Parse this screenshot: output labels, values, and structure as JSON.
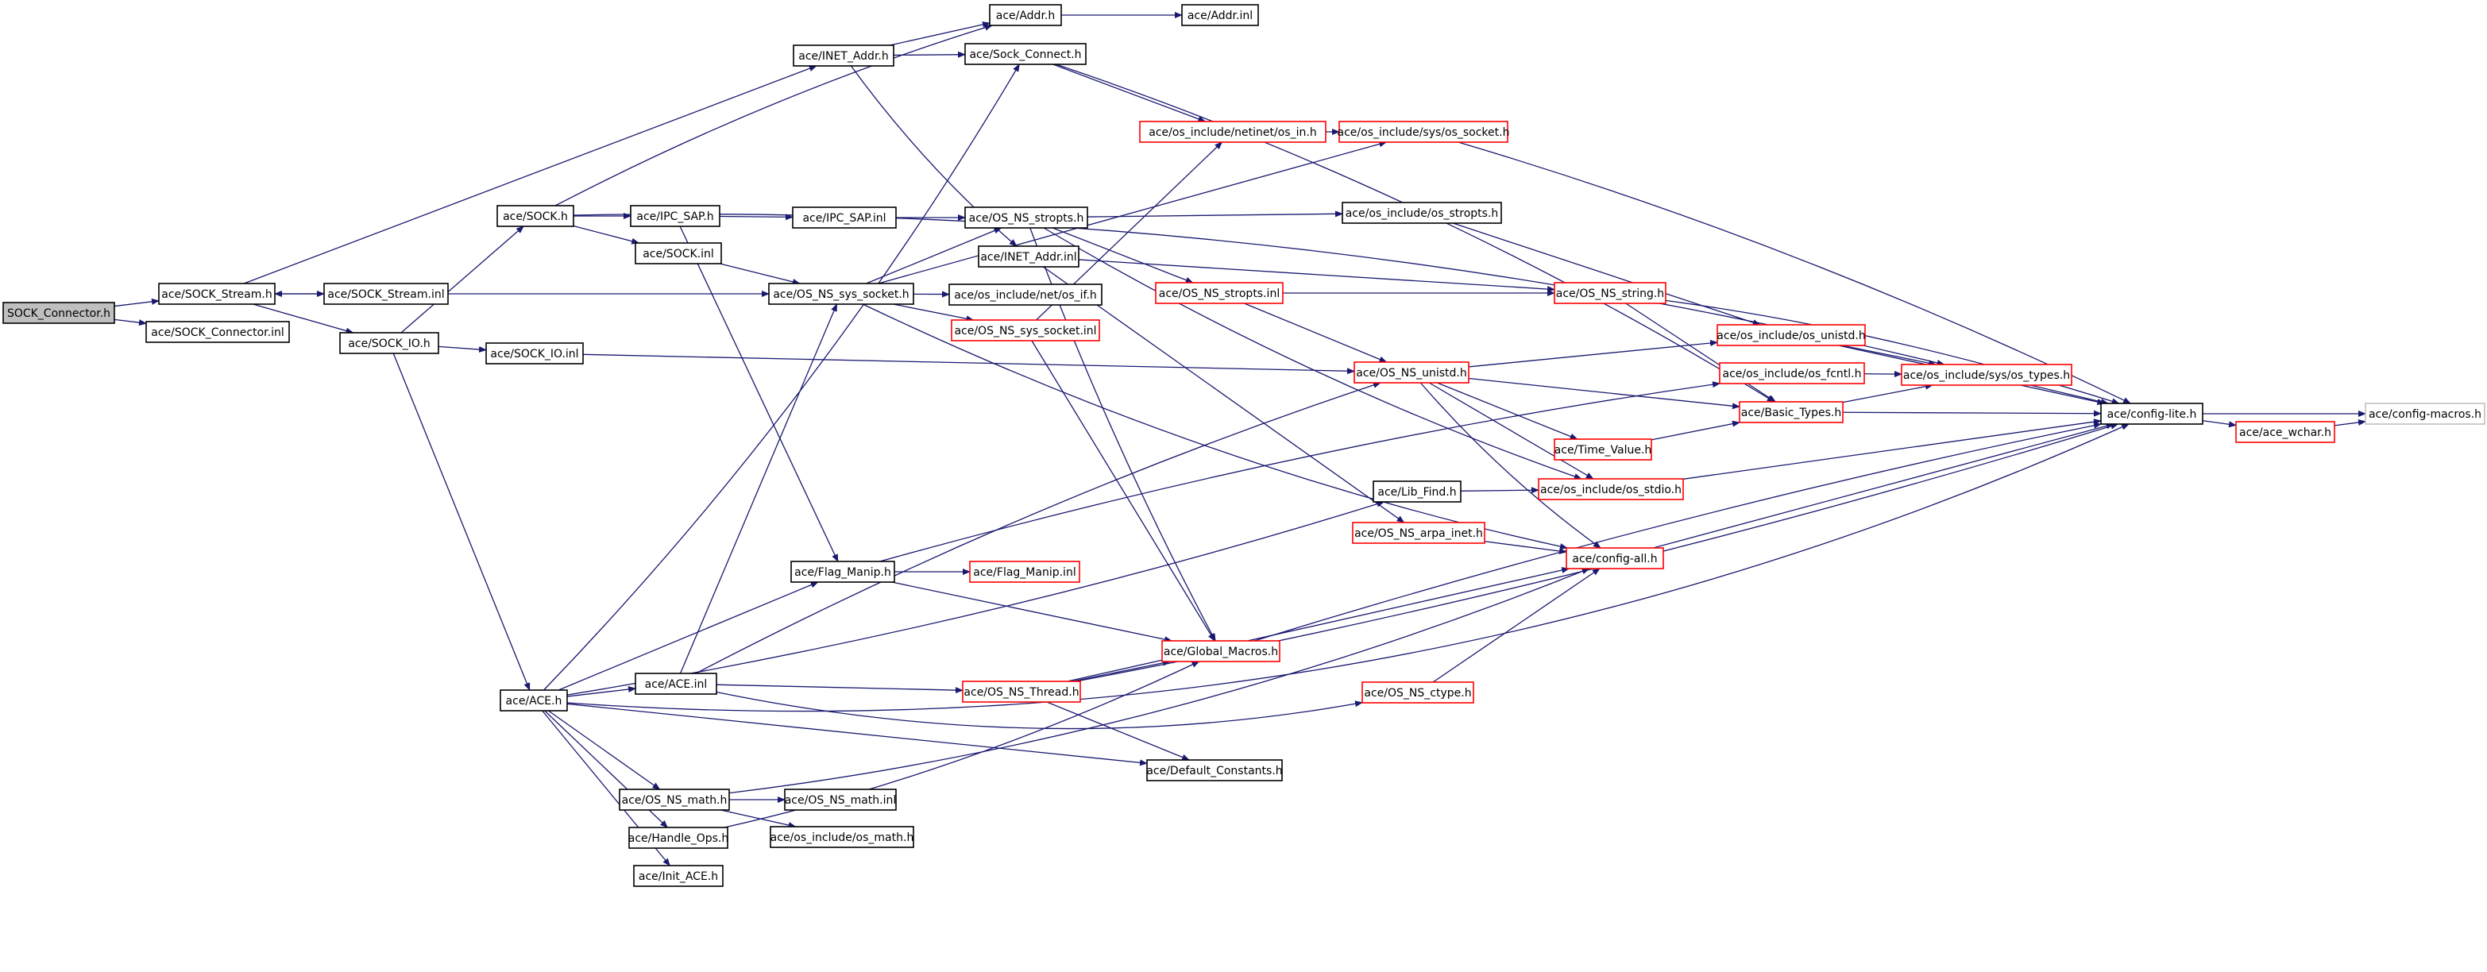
{
  "colors": {
    "root_fill": "#bfbfbf",
    "node_fill": "#ffffff",
    "normal_border": "#000000",
    "truncated_border": "#ff0000",
    "edge": "#191970"
  },
  "nodes": [
    {
      "id": "root",
      "label": "SOCK_Connector.h",
      "style": "root"
    },
    {
      "id": "sock_stream_h",
      "label": "ace/SOCK_Stream.h",
      "style": "normal"
    },
    {
      "id": "sock_connector_inl",
      "label": "ace/SOCK_Connector.inl",
      "style": "normal"
    },
    {
      "id": "sock_stream_inl",
      "label": "ace/SOCK_Stream.inl",
      "style": "normal"
    },
    {
      "id": "sock_io_h",
      "label": "ace/SOCK_IO.h",
      "style": "normal"
    },
    {
      "id": "sock_io_inl",
      "label": "ace/SOCK_IO.inl",
      "style": "normal"
    },
    {
      "id": "sock_h",
      "label": "ace/SOCK.h",
      "style": "normal"
    },
    {
      "id": "ace_h",
      "label": "ace/ACE.h",
      "style": "normal"
    },
    {
      "id": "addr_h",
      "label": "ace/Addr.h",
      "style": "normal"
    },
    {
      "id": "addr_inl",
      "label": "ace/Addr.inl",
      "style": "normal"
    },
    {
      "id": "inet_addr_h",
      "label": "ace/INET_Addr.h",
      "style": "normal"
    },
    {
      "id": "sock_connect_h",
      "label": "ace/Sock_Connect.h",
      "style": "normal"
    },
    {
      "id": "ipc_sap_h",
      "label": "ace/IPC_SAP.h",
      "style": "normal"
    },
    {
      "id": "ipc_sap_inl",
      "label": "ace/IPC_SAP.inl",
      "style": "normal"
    },
    {
      "id": "sock_inl",
      "label": "ace/SOCK.inl",
      "style": "normal"
    },
    {
      "id": "os_ns_sys_socket_h",
      "label": "ace/OS_NS_sys_socket.h",
      "style": "normal"
    },
    {
      "id": "os_ns_stropts_h",
      "label": "ace/OS_NS_stropts.h",
      "style": "normal"
    },
    {
      "id": "inet_addr_inl",
      "label": "ace/INET_Addr.inl",
      "style": "normal"
    },
    {
      "id": "os_netinet_in_h",
      "label": "ace/os_include/netinet/os_in.h",
      "style": "truncated"
    },
    {
      "id": "os_sys_socket_h",
      "label": "ace/os_include/sys/os_socket.h",
      "style": "truncated"
    },
    {
      "id": "os_include_stropts_h",
      "label": "ace/os_include/os_stropts.h",
      "style": "normal"
    },
    {
      "id": "os_net_if_h",
      "label": "ace/os_include/net/os_if.h",
      "style": "normal"
    },
    {
      "id": "os_ns_stropts_inl",
      "label": "ace/OS_NS_stropts.inl",
      "style": "truncated"
    },
    {
      "id": "os_ns_sys_socket_inl",
      "label": "ace/OS_NS_sys_socket.inl",
      "style": "truncated"
    },
    {
      "id": "os_ns_string_h",
      "label": "ace/OS_NS_string.h",
      "style": "truncated"
    },
    {
      "id": "os_include_unistd_h",
      "label": "ace/os_include/os_unistd.h",
      "style": "truncated"
    },
    {
      "id": "os_include_fcntl_h",
      "label": "ace/os_include/os_fcntl.h",
      "style": "truncated"
    },
    {
      "id": "os_ns_unistd_h",
      "label": "ace/OS_NS_unistd.h",
      "style": "truncated"
    },
    {
      "id": "os_sys_types_h",
      "label": "ace/os_include/sys/os_types.h",
      "style": "truncated"
    },
    {
      "id": "basic_types_h",
      "label": "ace/Basic_Types.h",
      "style": "truncated"
    },
    {
      "id": "time_value_h",
      "label": "ace/Time_Value.h",
      "style": "truncated"
    },
    {
      "id": "config_lite_h",
      "label": "ace/config-lite.h",
      "style": "normal"
    },
    {
      "id": "ace_wchar_h",
      "label": "ace/ace_wchar.h",
      "style": "truncated"
    },
    {
      "id": "config_macros_h",
      "label": "ace/config-macros.h",
      "style": "normal_gray"
    },
    {
      "id": "lib_find_h",
      "label": "ace/Lib_Find.h",
      "style": "normal"
    },
    {
      "id": "os_include_stdio_h",
      "label": "ace/os_include/os_stdio.h",
      "style": "truncated"
    },
    {
      "id": "os_ns_arpa_inet_h",
      "label": "ace/OS_NS_arpa_inet.h",
      "style": "truncated"
    },
    {
      "id": "config_all_h",
      "label": "ace/config-all.h",
      "style": "truncated"
    },
    {
      "id": "flag_manip_h",
      "label": "ace/Flag_Manip.h",
      "style": "normal"
    },
    {
      "id": "flag_manip_inl",
      "label": "ace/Flag_Manip.inl",
      "style": "truncated"
    },
    {
      "id": "global_macros_h",
      "label": "ace/Global_Macros.h",
      "style": "truncated"
    },
    {
      "id": "ace_inl",
      "label": "ace/ACE.inl",
      "style": "normal"
    },
    {
      "id": "os_ns_thread_h",
      "label": "ace/OS_NS_Thread.h",
      "style": "truncated"
    },
    {
      "id": "os_ns_ctype_h",
      "label": "ace/OS_NS_ctype.h",
      "style": "truncated"
    },
    {
      "id": "default_constants_h",
      "label": "ace/Default_Constants.h",
      "style": "normal"
    },
    {
      "id": "os_ns_math_h",
      "label": "ace/OS_NS_math.h",
      "style": "normal"
    },
    {
      "id": "os_ns_math_inl",
      "label": "ace/OS_NS_math.inl",
      "style": "normal"
    },
    {
      "id": "os_include_math_h",
      "label": "ace/os_include/os_math.h",
      "style": "normal"
    },
    {
      "id": "handle_ops_h",
      "label": "ace/Handle_Ops.h",
      "style": "normal"
    },
    {
      "id": "init_ace_h",
      "label": "ace/Init_ACE.h",
      "style": "normal"
    }
  ],
  "edges": [
    [
      "root",
      "sock_stream_h"
    ],
    [
      "root",
      "sock_connector_inl"
    ],
    [
      "sock_stream_h",
      "sock_stream_inl"
    ],
    [
      "sock_stream_h",
      "sock_io_h"
    ],
    [
      "sock_stream_h",
      "inet_addr_h"
    ],
    [
      "sock_stream_inl",
      "sock_stream_h"
    ],
    [
      "sock_stream_inl",
      "os_ns_sys_socket_h"
    ],
    [
      "sock_io_h",
      "sock_h"
    ],
    [
      "sock_io_h",
      "sock_io_inl"
    ],
    [
      "sock_io_h",
      "ace_h"
    ],
    [
      "sock_io_inl",
      "os_ns_unistd_h"
    ],
    [
      "sock_h",
      "addr_h"
    ],
    [
      "sock_h",
      "ipc_sap_h"
    ],
    [
      "sock_h",
      "sock_inl"
    ],
    [
      "sock_h",
      "os_sys_types_h"
    ],
    [
      "ace_h",
      "sock_connect_h"
    ],
    [
      "ace_h",
      "lib_find_h"
    ],
    [
      "ace_h",
      "flag_manip_h"
    ],
    [
      "ace_h",
      "ace_inl"
    ],
    [
      "ace_h",
      "default_constants_h"
    ],
    [
      "ace_h",
      "os_ns_math_h"
    ],
    [
      "ace_h",
      "handle_ops_h"
    ],
    [
      "ace_h",
      "init_ace_h"
    ],
    [
      "ace_h",
      "config_lite_h"
    ],
    [
      "addr_h",
      "addr_inl"
    ],
    [
      "inet_addr_h",
      "addr_h"
    ],
    [
      "inet_addr_h",
      "sock_connect_h"
    ],
    [
      "inet_addr_h",
      "inet_addr_inl"
    ],
    [
      "sock_connect_h",
      "os_netinet_in_h"
    ],
    [
      "sock_connect_h",
      "basic_types_h"
    ],
    [
      "ipc_sap_h",
      "ipc_sap_inl"
    ],
    [
      "ipc_sap_h",
      "flag_manip_h"
    ],
    [
      "ipc_sap_inl",
      "os_ns_stropts_h"
    ],
    [
      "sock_inl",
      "os_ns_sys_socket_h"
    ],
    [
      "os_ns_sys_socket_h",
      "os_ns_stropts_h"
    ],
    [
      "os_ns_sys_socket_h",
      "os_sys_socket_h"
    ],
    [
      "os_ns_sys_socket_h",
      "os_net_if_h"
    ],
    [
      "os_ns_sys_socket_h",
      "os_ns_sys_socket_inl"
    ],
    [
      "os_ns_sys_socket_h",
      "config_all_h"
    ],
    [
      "os_ns_stropts_h",
      "os_include_stropts_h"
    ],
    [
      "os_ns_stropts_h",
      "os_ns_stropts_inl"
    ],
    [
      "os_ns_stropts_h",
      "global_macros_h"
    ],
    [
      "os_ns_stropts_h",
      "os_include_stdio_h"
    ],
    [
      "inet_addr_inl",
      "os_ns_string_h"
    ],
    [
      "inet_addr_inl",
      "os_ns_arpa_inet_h"
    ],
    [
      "os_netinet_in_h",
      "os_sys_socket_h"
    ],
    [
      "os_sys_socket_h",
      "config_lite_h"
    ],
    [
      "os_include_stropts_h",
      "os_include_unistd_h"
    ],
    [
      "os_ns_stropts_inl",
      "os_ns_string_h"
    ],
    [
      "os_ns_stropts_inl",
      "os_ns_unistd_h"
    ],
    [
      "os_ns_sys_socket_inl",
      "os_netinet_in_h"
    ],
    [
      "os_ns_sys_socket_inl",
      "global_macros_h"
    ],
    [
      "os_ns_string_h",
      "basic_types_h"
    ],
    [
      "os_ns_string_h",
      "config_lite_h"
    ],
    [
      "os_ns_unistd_h",
      "os_include_unistd_h"
    ],
    [
      "os_ns_unistd_h",
      "basic_types_h"
    ],
    [
      "os_ns_unistd_h",
      "time_value_h"
    ],
    [
      "os_ns_unistd_h",
      "os_include_stdio_h"
    ],
    [
      "os_ns_unistd_h",
      "config_all_h"
    ],
    [
      "os_include_unistd_h",
      "os_sys_types_h"
    ],
    [
      "os_include_unistd_h",
      "config_lite_h"
    ],
    [
      "os_include_fcntl_h",
      "os_sys_types_h"
    ],
    [
      "os_sys_types_h",
      "config_lite_h"
    ],
    [
      "basic_types_h",
      "os_sys_types_h"
    ],
    [
      "basic_types_h",
      "config_lite_h"
    ],
    [
      "time_value_h",
      "basic_types_h"
    ],
    [
      "config_lite_h",
      "ace_wchar_h"
    ],
    [
      "config_lite_h",
      "config_macros_h"
    ],
    [
      "ace_wchar_h",
      "config_macros_h"
    ],
    [
      "lib_find_h",
      "os_include_stdio_h"
    ],
    [
      "os_include_stdio_h",
      "config_lite_h"
    ],
    [
      "os_ns_arpa_inet_h",
      "config_all_h"
    ],
    [
      "config_all_h",
      "config_lite_h"
    ],
    [
      "flag_manip_h",
      "flag_manip_inl"
    ],
    [
      "flag_manip_h",
      "global_macros_h"
    ],
    [
      "flag_manip_h",
      "os_include_fcntl_h"
    ],
    [
      "global_macros_h",
      "config_lite_h"
    ],
    [
      "ace_inl",
      "os_ns_sys_socket_h"
    ],
    [
      "ace_inl",
      "os_ns_thread_h"
    ],
    [
      "ace_inl",
      "os_ns_unistd_h"
    ],
    [
      "ace_inl",
      "os_ns_ctype_h"
    ],
    [
      "os_ns_thread_h",
      "global_macros_h"
    ],
    [
      "os_ns_thread_h",
      "config_all_h"
    ],
    [
      "os_ns_thread_h",
      "default_constants_h"
    ],
    [
      "os_ns_thread_h",
      "config_lite_h"
    ],
    [
      "os_ns_ctype_h",
      "config_all_h"
    ],
    [
      "os_ns_math_h",
      "os_ns_math_inl"
    ],
    [
      "os_ns_math_h",
      "os_include_math_h"
    ],
    [
      "os_ns_math_h",
      "config_all_h"
    ],
    [
      "handle_ops_h",
      "global_macros_h"
    ]
  ]
}
